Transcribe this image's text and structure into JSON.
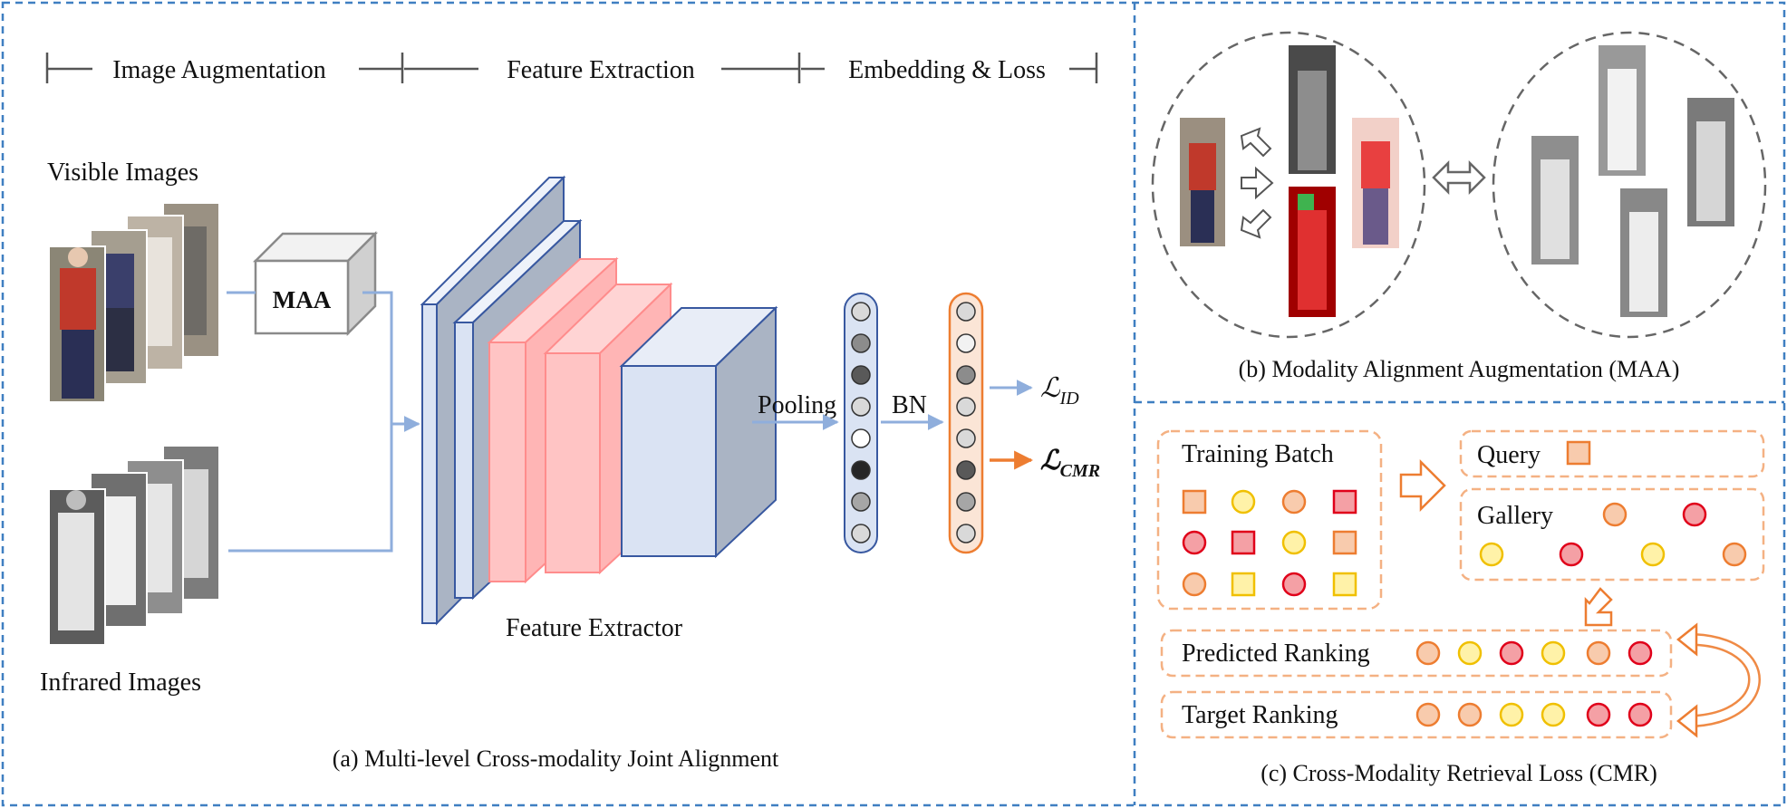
{
  "panel_a": {
    "stages": [
      "Image Augmentation",
      "Feature Extraction",
      "Embedding & Loss"
    ],
    "visible_label": "Visible Images",
    "infrared_label": "Infrared Images",
    "maa_label": "MAA",
    "extractor_label": "Feature Extractor",
    "pooling_label": "Pooling",
    "bn_label": "BN",
    "loss_id": {
      "base": "ℒ",
      "sub": "ID"
    },
    "loss_cmr": {
      "base": "ℒ",
      "sub": "CMR"
    },
    "caption": "(a) Multi-level Cross-modality Joint Alignment"
  },
  "panel_b": {
    "caption": "(b) Modality Alignment Augmentation (MAA)"
  },
  "panel_c": {
    "training_batch_label": "Training Batch",
    "query_label": "Query",
    "gallery_label": "Gallery",
    "predicted_label": "Predicted Ranking",
    "target_label": "Target Ranking",
    "caption": "(c) Cross-Modality Retrieval Loss (CMR)"
  },
  "colors": {
    "panel_border": "#3f7fc1",
    "arrow_blue": "#8faedc",
    "arrow_orange": "#ed7d31",
    "box_orange": "#f4b183",
    "layer_blue": "#dae3f3",
    "layer_pink": "#ffb5b5",
    "layer_gray": "#acb9ca",
    "light_orange": "#f8cbad",
    "yellow": "#fff2a8",
    "red": "#f4a0a5"
  }
}
